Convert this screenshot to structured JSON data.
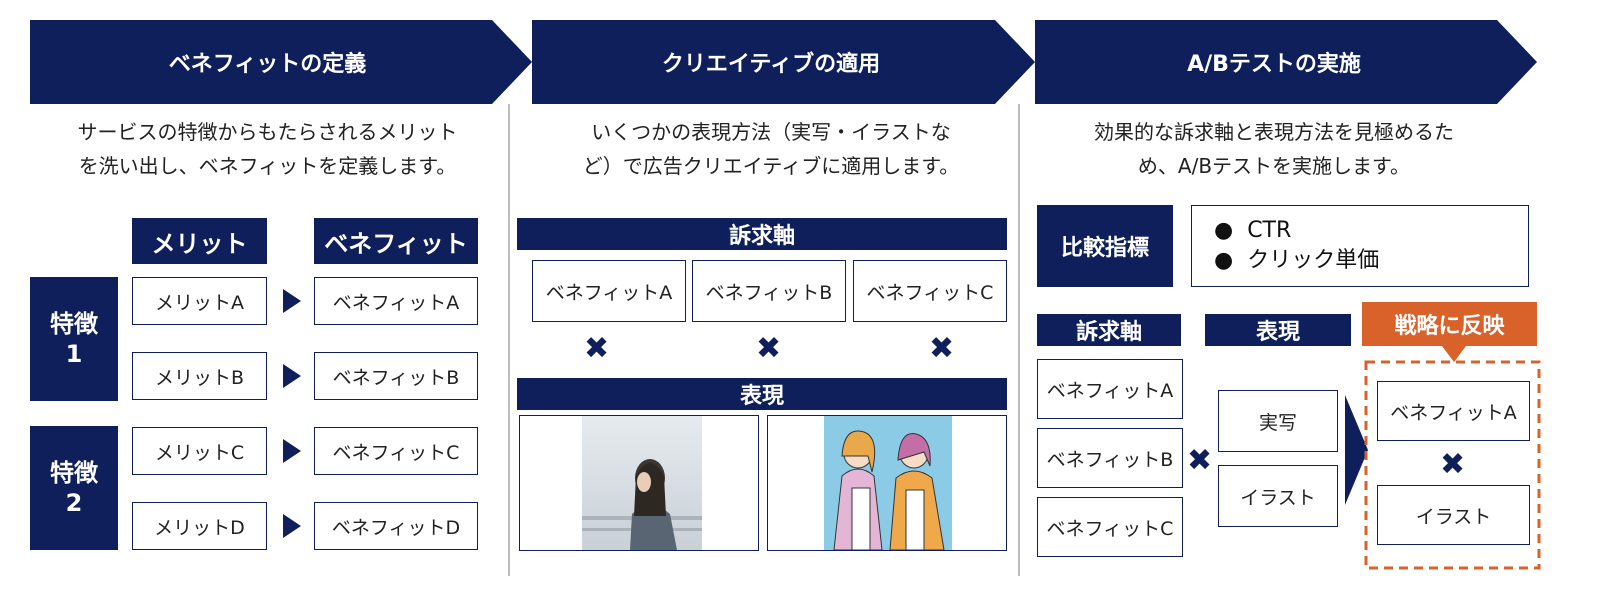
{
  "colors": {
    "navy": "#0e1f5b",
    "orange": "#d9612a"
  },
  "sections": [
    {
      "title": "ベネフィットの定義",
      "desc": [
        "サービスの特徴からもたらされるメリット",
        "を洗い出し、ベネフィットを定義します。"
      ]
    },
    {
      "title": "クリエイティブの適用",
      "desc": [
        "いくつかの表現方法（実写・イラストな",
        "ど）で広告クリエイティブに適用します。"
      ]
    },
    {
      "title": "A/Bテストの実施",
      "desc": [
        "効果的な訴求軸と表現方法を見極めるた",
        "め、A/Bテストを実施します。"
      ]
    }
  ],
  "s1": {
    "col_merit": "メリット",
    "col_benefit": "ベネフィット",
    "feature1": [
      "特徴",
      "1"
    ],
    "feature2": [
      "特徴",
      "2"
    ],
    "merits": [
      "メリットA",
      "メリットB",
      "メリットC",
      "メリットD"
    ],
    "benefits": [
      "ベネフィットA",
      "ベネフィットB",
      "ベネフィットC",
      "ベネフィットD"
    ]
  },
  "s2": {
    "axis_label": "訴求軸",
    "benefits": [
      "ベネフィットA",
      "ベネフィットB",
      "ベネフィットC"
    ],
    "expr_label": "表現",
    "times_icon": "times-icon"
  },
  "s3": {
    "metric_label": "比較指標",
    "metrics": [
      "CTR",
      "クリック単価"
    ],
    "axis_label": "訴求軸",
    "expr_label": "表現",
    "reflect_label": "戦略に反映",
    "benefits": [
      "ベネフィットA",
      "ベネフィットB",
      "ベネフィットC"
    ],
    "exprs": [
      "実写",
      "イラスト"
    ],
    "result_benefit": "ベネフィットA",
    "result_expr": "イラスト"
  }
}
